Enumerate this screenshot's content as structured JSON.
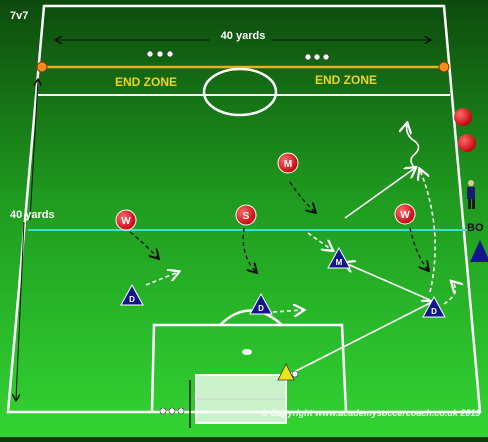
{
  "format_label": "7v7",
  "top_dimension": "40 yards",
  "side_dimension": "40 yards",
  "end_zone_left": "END ZONE",
  "end_zone_right": "END ZONE",
  "cut_off_label": "BO",
  "copyright": "© Copyright www.academysoccercoach.co.uk 2019",
  "attackers": [
    {
      "letter": "M"
    },
    {
      "letter": "W"
    },
    {
      "letter": "S"
    },
    {
      "letter": "W"
    }
  ],
  "defenders": [
    {
      "letter": "M"
    },
    {
      "letter": "D"
    },
    {
      "letter": "D"
    },
    {
      "letter": "D"
    }
  ],
  "colors": {
    "attacker": "#e8141b",
    "defender": "#14148c",
    "keeper": "#f2e21a",
    "end_zone_text": "#f0d21a",
    "halfway_line": "#40e0c8",
    "top_line": "#e8b020"
  }
}
